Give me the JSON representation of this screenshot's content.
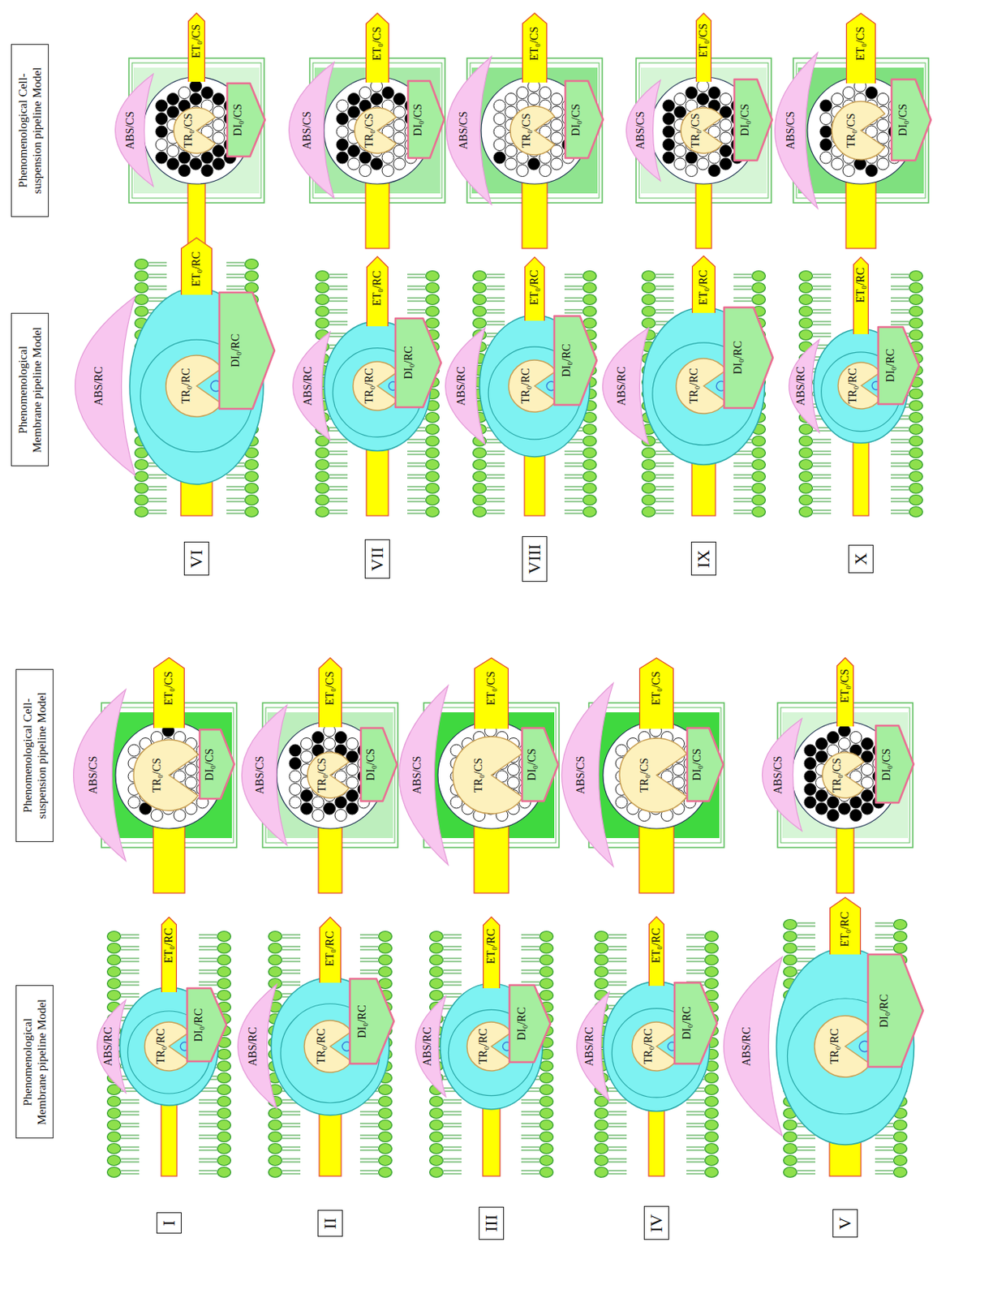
{
  "diagram": {
    "nodes": [
      {
        "text": [
          "Phenomenological Membrane pipeline Model"
        ]
      },
      {
        "text": [
          "Phenomenological Cell-suspension pipeline Model"
        ]
      },
      {
        "text": [
          "I"
        ]
      },
      {
        "text": [
          "ABS/RC"
        ]
      },
      {
        "text": [
          "TR₀/RC"
        ]
      },
      {
        "text": [
          "DI₀/RC"
        ]
      },
      {
        "text": [
          "ET₀/RC"
        ]
      },
      {
        "text": [
          "ABS/CS"
        ]
      },
      {
        "text": [
          "TR₀/CS"
        ]
      },
      {
        "text": [
          "DI₀/CS"
        ]
      },
      {
        "text": [
          "ET₀/CS"
        ]
      },
      {
        "text": [
          "II"
        ]
      },
      {
        "text": [
          "ABS/RC"
        ]
      },
      {
        "text": [
          "TR₀/RC"
        ]
      },
      {
        "text": [
          "DI₀/RC"
        ]
      },
      {
        "text": [
          "ET₀/RC"
        ]
      },
      {
        "text": [
          "ABS/CS"
        ]
      },
      {
        "text": [
          "TR₀/CS"
        ]
      },
      {
        "text": [
          "DI₀/CS"
        ]
      },
      {
        "text": [
          "ET₀/CS"
        ]
      },
      {
        "text": [
          "III"
        ]
      },
      {
        "text": [
          "ABS/RC"
        ]
      },
      {
        "text": [
          "TR₀/RC"
        ]
      },
      {
        "text": [
          "DI₀/RC"
        ]
      },
      {
        "text": [
          "ET₀/RC"
        ]
      },
      {
        "text": [
          "ABS/CS"
        ]
      },
      {
        "text": [
          "TR₀/CS"
        ]
      },
      {
        "text": [
          "DI₀/CS"
        ]
      },
      {
        "text": [
          "ET₀/CS"
        ]
      },
      {
        "text": [
          "IV"
        ]
      },
      {
        "text": [
          "ABS/RC"
        ]
      },
      {
        "text": [
          "TR₀/RC"
        ]
      },
      {
        "text": [
          "DI₀/RC"
        ]
      },
      {
        "text": [
          "ET₀/RC"
        ]
      },
      {
        "text": [
          "ABS/CS"
        ]
      },
      {
        "text": [
          "TR₀/CS"
        ]
      },
      {
        "text": [
          "DI₀/CS"
        ]
      },
      {
        "text": [
          "ET₀/CS"
        ]
      },
      {
        "text": [
          "V"
        ]
      },
      {
        "text": [
          "ABS/RC"
        ]
      },
      {
        "text": [
          "TR₀/RC"
        ]
      },
      {
        "text": [
          "DI₀/RC"
        ]
      },
      {
        "text": [
          "ET₀/RC"
        ]
      },
      {
        "text": [
          "ABS/CS"
        ]
      },
      {
        "text": [
          "TR₀/CS"
        ]
      },
      {
        "text": [
          "DI₀/CS"
        ]
      },
      {
        "text": [
          "ET₀/CS"
        ]
      },
      {
        "text": [
          "Phenomenological Membrane pipeline Model"
        ]
      },
      {
        "text": [
          "Phenomenological Cell-suspension pipeline Model"
        ]
      },
      {
        "text": [
          "VI"
        ]
      },
      {
        "text": [
          "ABS/RC"
        ]
      },
      {
        "text": [
          "TR₀/RC"
        ]
      },
      {
        "text": [
          "DI₀/RC"
        ]
      },
      {
        "text": [
          "ET₀/RC"
        ]
      },
      {
        "text": [
          "ABS/CS"
        ]
      },
      {
        "text": [
          "TR₀/CS"
        ]
      },
      {
        "text": [
          "DI₀/CS"
        ]
      },
      {
        "text": [
          "ET₀/CS"
        ]
      },
      {
        "text": [
          "VII"
        ]
      },
      {
        "text": [
          "ABS/RC"
        ]
      },
      {
        "text": [
          "TR₀/RC"
        ]
      },
      {
        "text": [
          "DI₀/RC"
        ]
      },
      {
        "text": [
          "ET₀/RC"
        ]
      },
      {
        "text": [
          "ABS/CS"
        ]
      },
      {
        "text": [
          "TR₀/CS"
        ]
      },
      {
        "text": [
          "DI₀/CS"
        ]
      },
      {
        "text": [
          "ET₀/CS"
        ]
      },
      {
        "text": [
          "VIII"
        ]
      },
      {
        "text": [
          "ABS/RC"
        ]
      },
      {
        "text": [
          "TR₀/RC"
        ]
      },
      {
        "text": [
          "DI₀/RC"
        ]
      },
      {
        "text": [
          "ET₀/RC"
        ]
      },
      {
        "text": [
          "ABS/CS"
        ]
      },
      {
        "text": [
          "TR₀/CS"
        ]
      },
      {
        "text": [
          "DI₀/CS"
        ]
      },
      {
        "text": [
          "ET₀/CS"
        ]
      },
      {
        "text": [
          "IX"
        ]
      },
      {
        "text": [
          "ABS/RC"
        ]
      },
      {
        "text": [
          "TR₀/RC"
        ]
      },
      {
        "text": [
          "DI₀/RC"
        ]
      },
      {
        "text": [
          "ET₀/RC"
        ]
      },
      {
        "text": [
          "ABS/CS"
        ]
      },
      {
        "text": [
          "TR₀/CS"
        ]
      },
      {
        "text": [
          "DI₀/CS"
        ]
      },
      {
        "text": [
          "ET₀/CS"
        ]
      },
      {
        "text": [
          "X"
        ]
      },
      {
        "text": [
          "ABS/RC"
        ]
      },
      {
        "text": [
          "TR₀/RC"
        ]
      },
      {
        "text": [
          "DI₀/RC"
        ]
      },
      {
        "text": [
          "ET₀/RC"
        ]
      },
      {
        "text": [
          "ABS/CS"
        ]
      },
      {
        "text": [
          "TR₀/CS"
        ]
      },
      {
        "text": [
          "DI₀/CS"
        ]
      },
      {
        "text": [
          "ET₀/CS"
        ]
      }
    ]
  }
}
